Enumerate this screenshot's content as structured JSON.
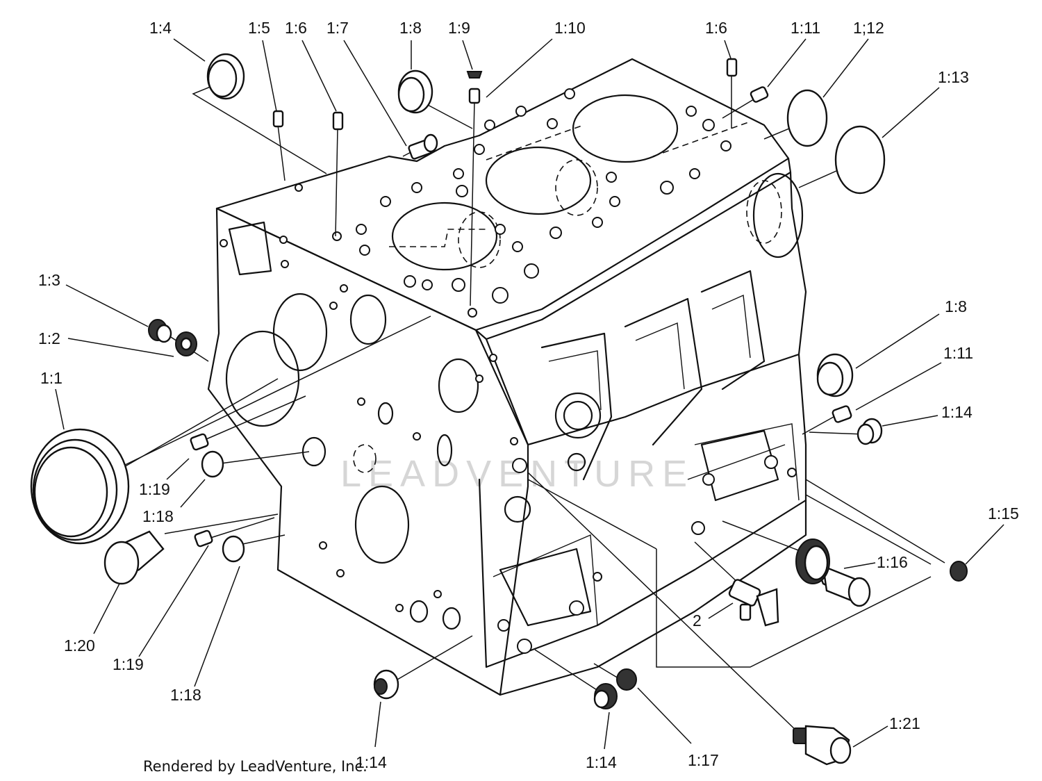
{
  "callouts": [
    {
      "id": "c-1-4",
      "text": "1:4"
    },
    {
      "id": "c-1-5",
      "text": "1:5"
    },
    {
      "id": "c-1-6a",
      "text": "1:6"
    },
    {
      "id": "c-1-7",
      "text": "1:7"
    },
    {
      "id": "c-1-8a",
      "text": "1:8"
    },
    {
      "id": "c-1-9",
      "text": "1:9"
    },
    {
      "id": "c-1-10",
      "text": "1:10"
    },
    {
      "id": "c-1-6b",
      "text": "1:6"
    },
    {
      "id": "c-1-11a",
      "text": "1:11"
    },
    {
      "id": "c-1-12",
      "text": "1;12"
    },
    {
      "id": "c-1-13",
      "text": "1:13"
    },
    {
      "id": "c-1-3",
      "text": "1:3"
    },
    {
      "id": "c-1-2",
      "text": "1:2"
    },
    {
      "id": "c-1-1",
      "text": "1:1"
    },
    {
      "id": "c-1-8b",
      "text": "1:8"
    },
    {
      "id": "c-1-11b",
      "text": "1:11"
    },
    {
      "id": "c-1-14a",
      "text": "1:14"
    },
    {
      "id": "c-1-15",
      "text": "1:15"
    },
    {
      "id": "c-1-16",
      "text": "1:16"
    },
    {
      "id": "c-2",
      "text": "2"
    },
    {
      "id": "c-1-19a",
      "text": "1:19"
    },
    {
      "id": "c-1-18a",
      "text": "1:18"
    },
    {
      "id": "c-1-20",
      "text": "1:20"
    },
    {
      "id": "c-1-19b",
      "text": "1:19"
    },
    {
      "id": "c-1-18b",
      "text": "1:18"
    },
    {
      "id": "c-1-14b",
      "text": "1:14"
    },
    {
      "id": "c-1-14c",
      "text": "1:14"
    },
    {
      "id": "c-1-17",
      "text": "1:17"
    },
    {
      "id": "c-1-21",
      "text": "1:21"
    }
  ],
  "credit": "Rendered by LeadVenture, Inc.",
  "watermark": "LEADVENTURE"
}
